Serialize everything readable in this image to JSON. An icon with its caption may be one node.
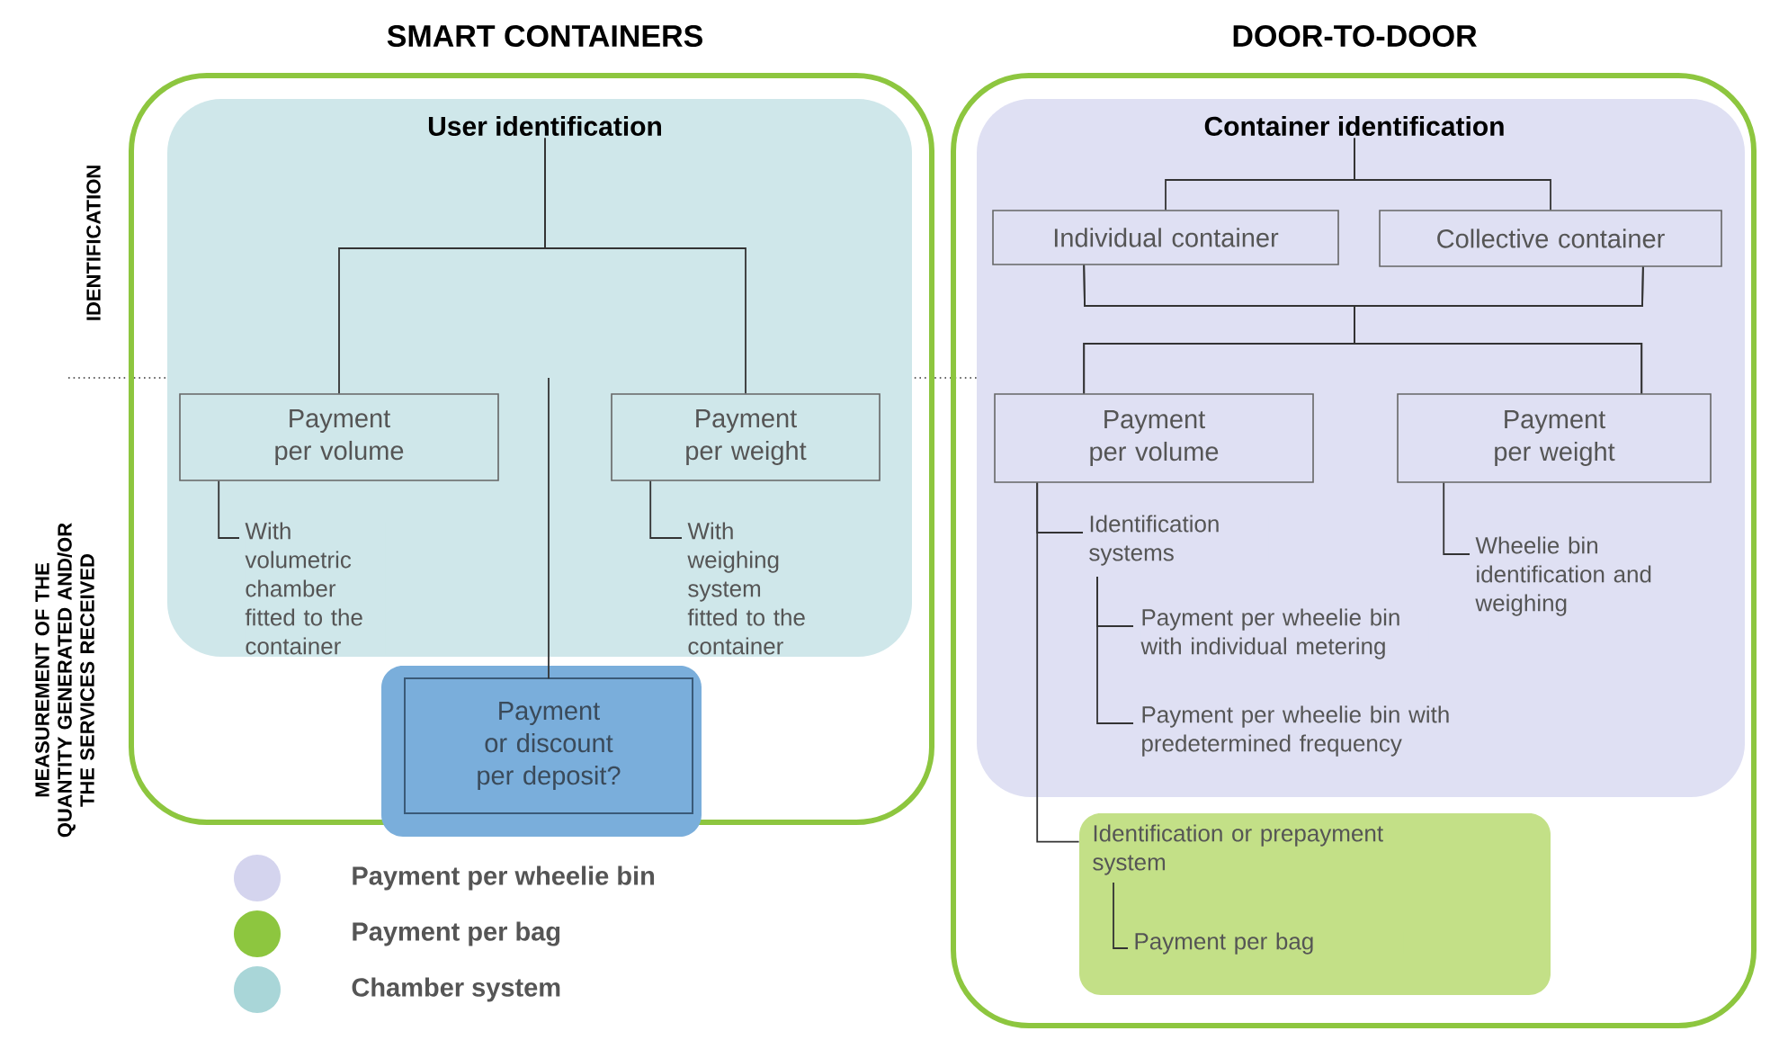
{
  "diagram": {
    "nodes": [
      {
        "text": [
          "SMART CONTAINERS"
        ]
      },
      {
        "text": [
          "User identification"
        ],
        "in": 0
      },
      {
        "text": [
          "Payment per volume"
        ],
        "in": 1
      },
      {
        "text": [
          "Payment per weight"
        ],
        "in": 1
      },
      {
        "text": [
          "With volumetric chamber fitted to the container"
        ],
        "in": 1
      },
      {
        "text": [
          "With weighing system fitted to the container"
        ],
        "in": 1
      },
      {
        "text": [
          "Payment or discount per deposit?"
        ]
      },
      {
        "text": [
          "DOOR-TO-DOOR"
        ]
      },
      {
        "text": [
          "Container identification"
        ],
        "in": 7
      },
      {
        "text": [
          "Individual container"
        ],
        "in": 8
      },
      {
        "text": [
          "Collective container"
        ],
        "in": 8
      },
      {
        "text": [
          "Payment per volume"
        ],
        "in": 8
      },
      {
        "text": [
          "Payment per weight"
        ],
        "in": 8
      },
      {
        "text": [
          "Identification systems"
        ],
        "in": 8
      },
      {
        "text": [
          "Payment per wheelie bin with individual metering"
        ],
        "in": 8
      },
      {
        "text": [
          "Payment per wheelie bin with predetermined frequency"
        ],
        "in": 8
      },
      {
        "text": [
          "Wheelie bin identification and weighing"
        ],
        "in": 8
      },
      {
        "text": [
          "Identification or prepayment system"
        ],
        "in": 7
      },
      {
        "text": [
          "Payment per bag"
        ],
        "in": 17
      }
    ],
    "edges": [
      {
        "from": 1,
        "to": 2,
        "arrow": "none"
      },
      {
        "from": 1,
        "to": 3,
        "arrow": "none"
      },
      {
        "from": null,
        "to": 6,
        "arrow": "none"
      },
      {
        "from": 2,
        "to": 4,
        "arrow": "none"
      },
      {
        "from": 3,
        "to": 5,
        "arrow": "none"
      },
      {
        "from": 8,
        "to": 9,
        "arrow": "none"
      },
      {
        "from": 8,
        "to": 10,
        "arrow": "none"
      },
      {
        "from": 9,
        "to": 11,
        "arrow": "none"
      },
      {
        "from": 9,
        "to": 12,
        "arrow": "none"
      },
      {
        "from": 10,
        "to": 11,
        "arrow": "none"
      },
      {
        "from": 10,
        "to": 12,
        "arrow": "none"
      },
      {
        "from": 11,
        "to": 13,
        "arrow": "none"
      },
      {
        "from": 11,
        "to": 17,
        "arrow": "none"
      },
      {
        "from": 13,
        "to": 14,
        "arrow": "none"
      },
      {
        "from": 13,
        "to": 15,
        "arrow": "none"
      },
      {
        "from": 12,
        "to": 16,
        "arrow": "none"
      },
      {
        "from": 17,
        "to": 18,
        "arrow": "none"
      }
    ],
    "labels": [
      "IDENTIFICATION",
      "MEASUREMENT OF THE QUANTITY GENERATED AND/OR THE SERVICES RECEIVED"
    ],
    "legend": [
      {
        "text": "Payment per wheelie bin",
        "color": "#d4d4ee"
      },
      {
        "text": "Payment per bag",
        "color": "#8dc63f"
      },
      {
        "text": "Chamber system",
        "color": "#a9d6d8"
      }
    ]
  }
}
